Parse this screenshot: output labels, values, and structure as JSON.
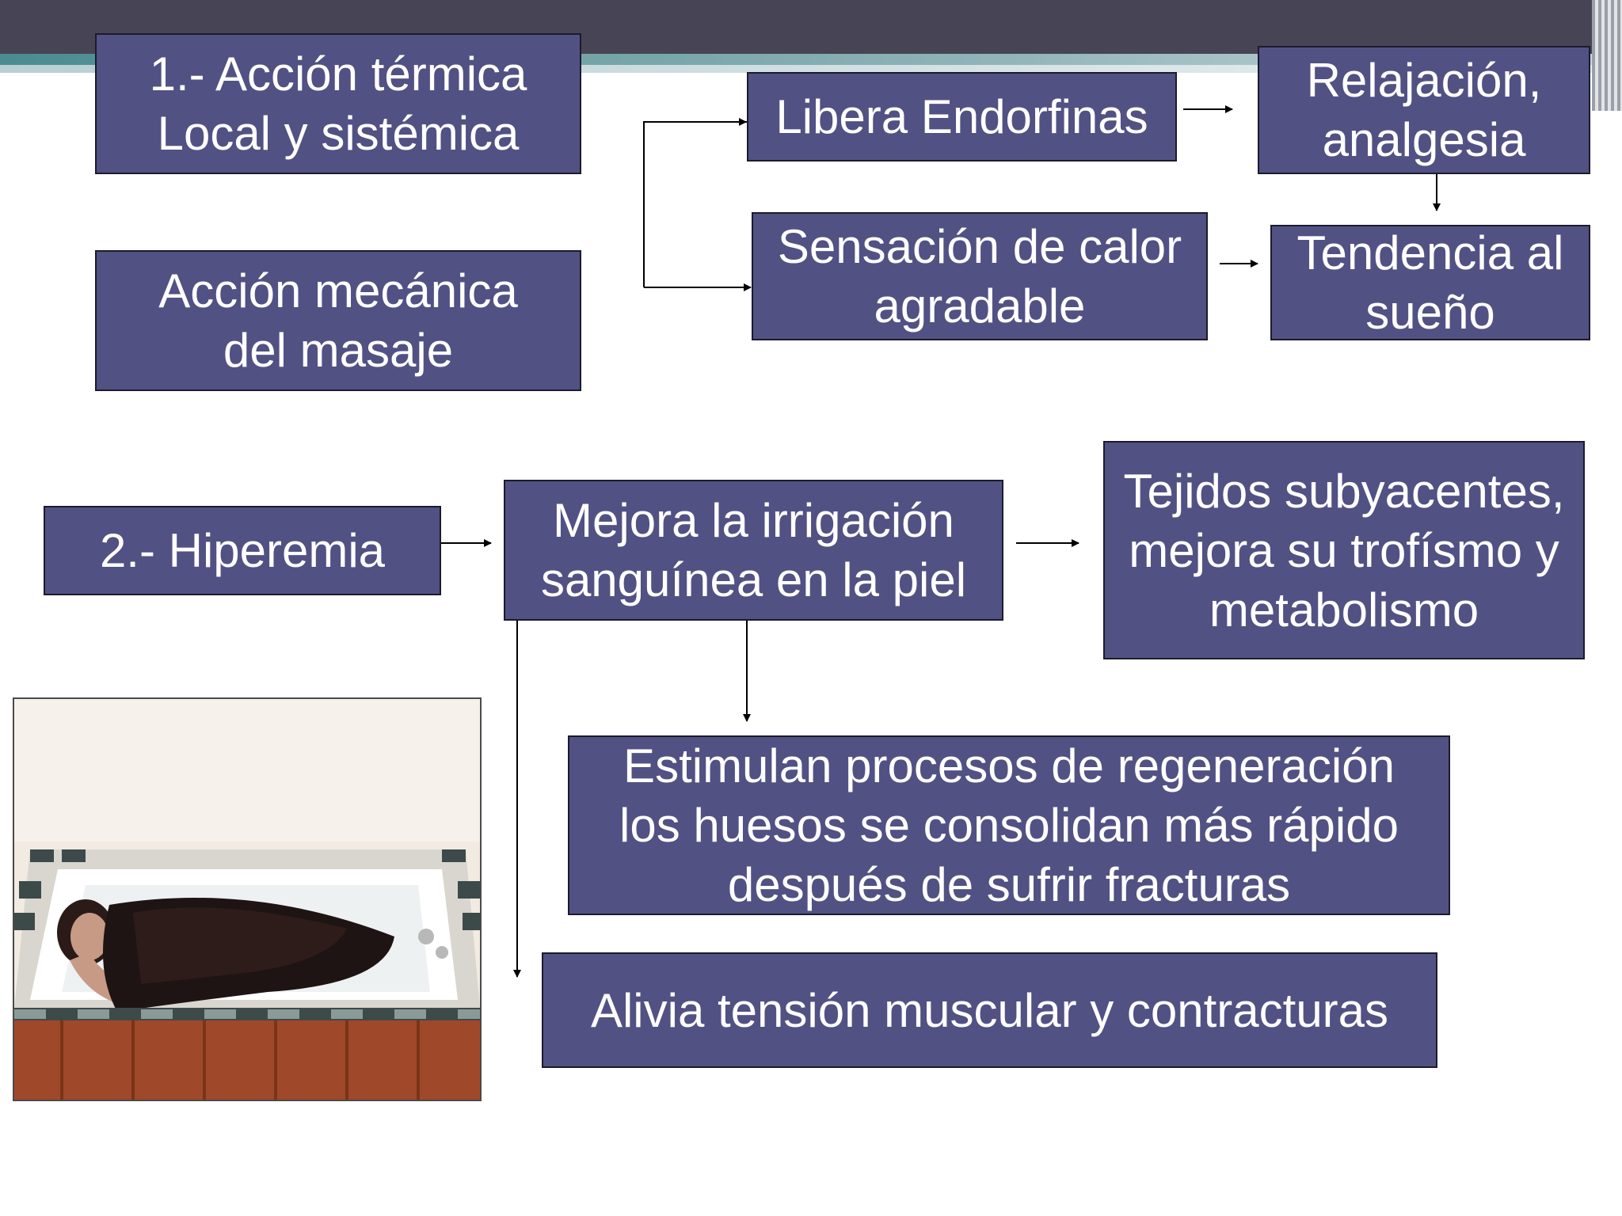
{
  "boxes": {
    "accion_termica": "1.- Acción térmica\nLocal y sistémica",
    "accion_mecanica": "Acción mecánica\ndel masaje",
    "libera_endorfinas": "Libera Endorfinas",
    "relajacion": "Relajación,\nanalgesia",
    "sensacion_calor": "Sensación de calor\nagradable",
    "tendencia_sueno": "Tendencia al\nsueño",
    "hiperemia": "2.- Hiperemia",
    "mejora_irrigacion": "Mejora la irrigación\nsanguínea en la piel",
    "tejidos": "Tejidos subyacentes,\nmejora su trofísmo y\nmetabolismo",
    "estimulan": "Estimulan procesos de regeneración\nlos huesos se consolidan más rápido\ndespués de sufrir fracturas",
    "alivia": "Alivia tensión muscular y contracturas"
  },
  "colors": {
    "box_fill": "#525184",
    "box_border": "#1b1b2c",
    "header_bar": "#474555",
    "accent_stripe": "#4a8c90"
  }
}
